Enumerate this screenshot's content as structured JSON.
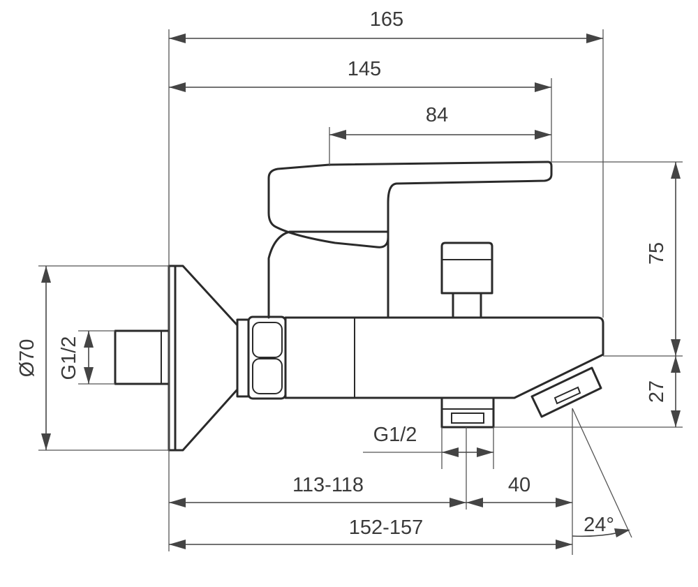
{
  "drawing": {
    "dimensions": {
      "overall_length": "165",
      "lever_tip_length": "145",
      "lever_top_length": "84",
      "lever_height": "75",
      "spout_drop": "27",
      "flange_diameter": "Ø70",
      "inlet_thread": "G1/2",
      "outlet_thread": "G1/2",
      "wall_to_outlet": "113-118",
      "outlet_to_spout": "40",
      "wall_to_spout": "152-157",
      "spout_angle": "24°"
    }
  }
}
